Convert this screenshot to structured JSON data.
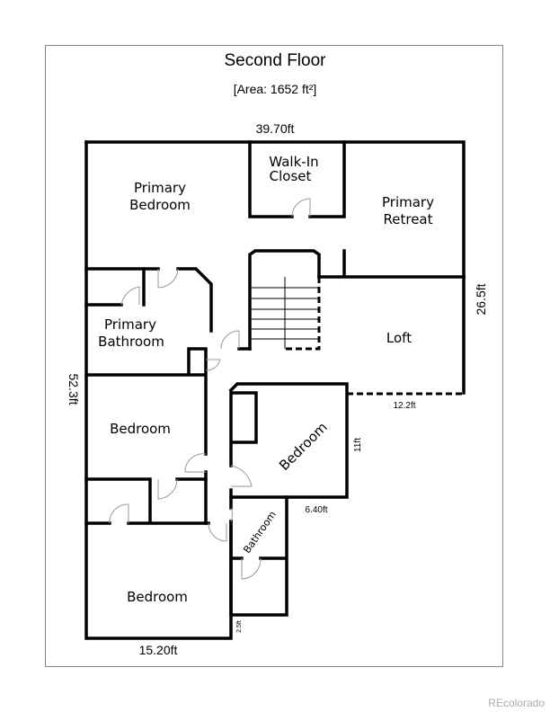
{
  "title": "Second Floor",
  "area": "[Area: 1652 ft²]",
  "rooms": {
    "walk_in_closet": [
      "Walk-In",
      "Closet"
    ],
    "primary_bedroom": [
      "Primary",
      "Bedroom"
    ],
    "primary_retreat": [
      "Primary",
      "Retreat"
    ],
    "primary_bathroom": [
      "Primary",
      "Bathroom"
    ],
    "loft": "Loft",
    "bedroom_1": "Bedroom",
    "bedroom_2": "Bedroom",
    "bedroom_3": "Bedroom",
    "bathroom": "Bathroom"
  },
  "dimensions": {
    "top_width": "39.70ft",
    "right_height": "26.5ft",
    "left_height": "52.3ft",
    "loft_width": "12.2ft",
    "bedroom_height": "11ft",
    "bedroom_width": "6.40ft",
    "bottom_width": "15.20ft",
    "small": "2.5ft"
  },
  "watermark": "REcolorado"
}
